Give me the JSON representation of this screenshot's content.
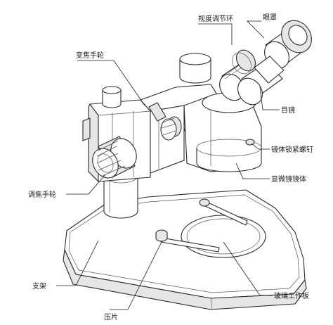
{
  "labels": {
    "zoom_ring": "视度调节环",
    "eyecup": "眼罩",
    "zoom_knob": "变焦手轮",
    "eyepiece": "目镜",
    "body_lock_screw": "镜体锁紧螺钉",
    "microscope_body": "显微镜镜体",
    "focus_knob": "调焦手轮",
    "stand": "支架",
    "glass_stage": "玻璃工作板",
    "clip": "压片"
  }
}
